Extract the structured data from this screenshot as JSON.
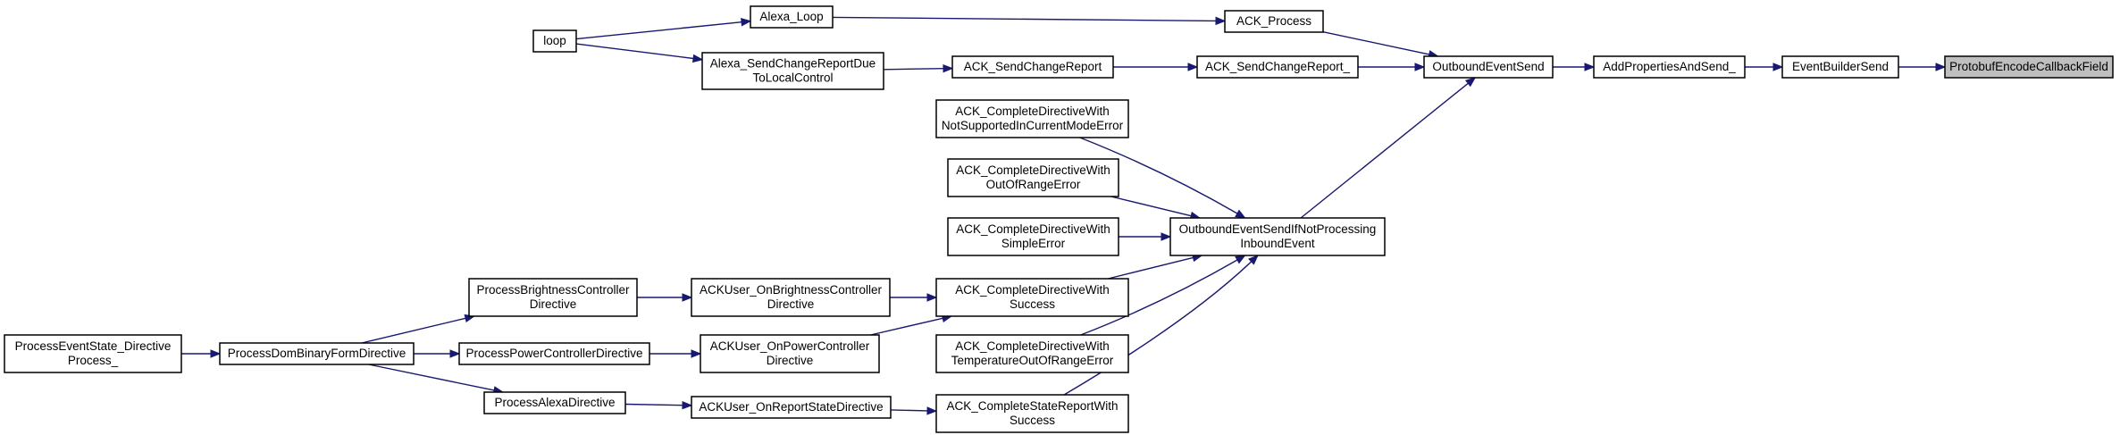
{
  "diagram": {
    "nodes": [
      {
        "id": "n_root",
        "lines": [
          "ProtobufEncodeCallbackField"
        ],
        "highlight": true
      },
      {
        "id": "n_ebs",
        "lines": [
          "EventBuilderSend"
        ]
      },
      {
        "id": "n_apas",
        "lines": [
          "AddPropertiesAndSend_"
        ]
      },
      {
        "id": "n_oes",
        "lines": [
          "OutboundEventSend"
        ]
      },
      {
        "id": "n_ackp",
        "lines": [
          "ACK_Process"
        ]
      },
      {
        "id": "n_ackscr_",
        "lines": [
          "ACK_SendChangeReport_"
        ]
      },
      {
        "id": "n_oesinp",
        "lines": [
          "OutboundEventSendIfNotProcessing",
          "InboundEvent"
        ]
      },
      {
        "id": "n_alexaloop",
        "lines": [
          "Alexa_Loop"
        ]
      },
      {
        "id": "n_loop",
        "lines": [
          "loop"
        ]
      },
      {
        "id": "n_ackscr",
        "lines": [
          "ACK_SendChangeReport"
        ]
      },
      {
        "id": "n_alexascr",
        "lines": [
          "Alexa_SendChangeReportDue",
          "ToLocalControl"
        ]
      },
      {
        "id": "n_cdnsm",
        "lines": [
          "ACK_CompleteDirectiveWith",
          "NotSupportedInCurrentModeError"
        ]
      },
      {
        "id": "n_cdoor",
        "lines": [
          "ACK_CompleteDirectiveWith",
          "OutOfRangeError"
        ]
      },
      {
        "id": "n_cdse",
        "lines": [
          "ACK_CompleteDirectiveWith",
          "SimpleError"
        ]
      },
      {
        "id": "n_cds",
        "lines": [
          "ACK_CompleteDirectiveWith",
          "Success"
        ]
      },
      {
        "id": "n_cdtoor",
        "lines": [
          "ACK_CompleteDirectiveWith",
          "TemperatureOutOfRangeError"
        ]
      },
      {
        "id": "n_csrs",
        "lines": [
          "ACK_CompleteStateReportWith",
          "Success"
        ]
      },
      {
        "id": "n_ubcd",
        "lines": [
          "ACKUser_OnBrightnessController",
          "Directive"
        ]
      },
      {
        "id": "n_upcd",
        "lines": [
          "ACKUser_OnPowerController",
          "Directive"
        ]
      },
      {
        "id": "n_ursd",
        "lines": [
          "ACKUser_OnReportStateDirective"
        ]
      },
      {
        "id": "n_pbcd",
        "lines": [
          "ProcessBrightnessController",
          "Directive"
        ]
      },
      {
        "id": "n_ppcd",
        "lines": [
          "ProcessPowerControllerDirective"
        ]
      },
      {
        "id": "n_pad",
        "lines": [
          "ProcessAlexaDirective"
        ]
      },
      {
        "id": "n_pdbfd",
        "lines": [
          "ProcessDomBinaryFormDirective"
        ]
      },
      {
        "id": "n_pesdp",
        "lines": [
          "ProcessEventState_Directive",
          "Process_"
        ]
      }
    ],
    "edges": [
      {
        "from": "n_ebs",
        "to": "n_root"
      },
      {
        "from": "n_apas",
        "to": "n_ebs"
      },
      {
        "from": "n_oes",
        "to": "n_apas"
      },
      {
        "from": "n_ackp",
        "to": "n_oes"
      },
      {
        "from": "n_ackscr_",
        "to": "n_oes"
      },
      {
        "from": "n_oesinp",
        "to": "n_oes"
      },
      {
        "from": "n_alexaloop",
        "to": "n_ackp"
      },
      {
        "from": "n_loop",
        "to": "n_alexaloop"
      },
      {
        "from": "n_ackscr",
        "to": "n_ackscr_"
      },
      {
        "from": "n_alexascr",
        "to": "n_ackscr"
      },
      {
        "from": "n_loop",
        "to": "n_alexascr"
      },
      {
        "from": "n_cdnsm",
        "to": "n_oesinp"
      },
      {
        "from": "n_cdoor",
        "to": "n_oesinp"
      },
      {
        "from": "n_cdse",
        "to": "n_oesinp"
      },
      {
        "from": "n_cds",
        "to": "n_oesinp"
      },
      {
        "from": "n_cdtoor",
        "to": "n_oesinp"
      },
      {
        "from": "n_csrs",
        "to": "n_oesinp"
      },
      {
        "from": "n_ubcd",
        "to": "n_cds"
      },
      {
        "from": "n_upcd",
        "to": "n_cds"
      },
      {
        "from": "n_ursd",
        "to": "n_csrs"
      },
      {
        "from": "n_pbcd",
        "to": "n_ubcd"
      },
      {
        "from": "n_ppcd",
        "to": "n_upcd"
      },
      {
        "from": "n_pad",
        "to": "n_ursd"
      },
      {
        "from": "n_pdbfd",
        "to": "n_pbcd"
      },
      {
        "from": "n_pdbfd",
        "to": "n_ppcd"
      },
      {
        "from": "n_pdbfd",
        "to": "n_pad"
      },
      {
        "from": "n_pesdp",
        "to": "n_pdbfd"
      }
    ]
  }
}
